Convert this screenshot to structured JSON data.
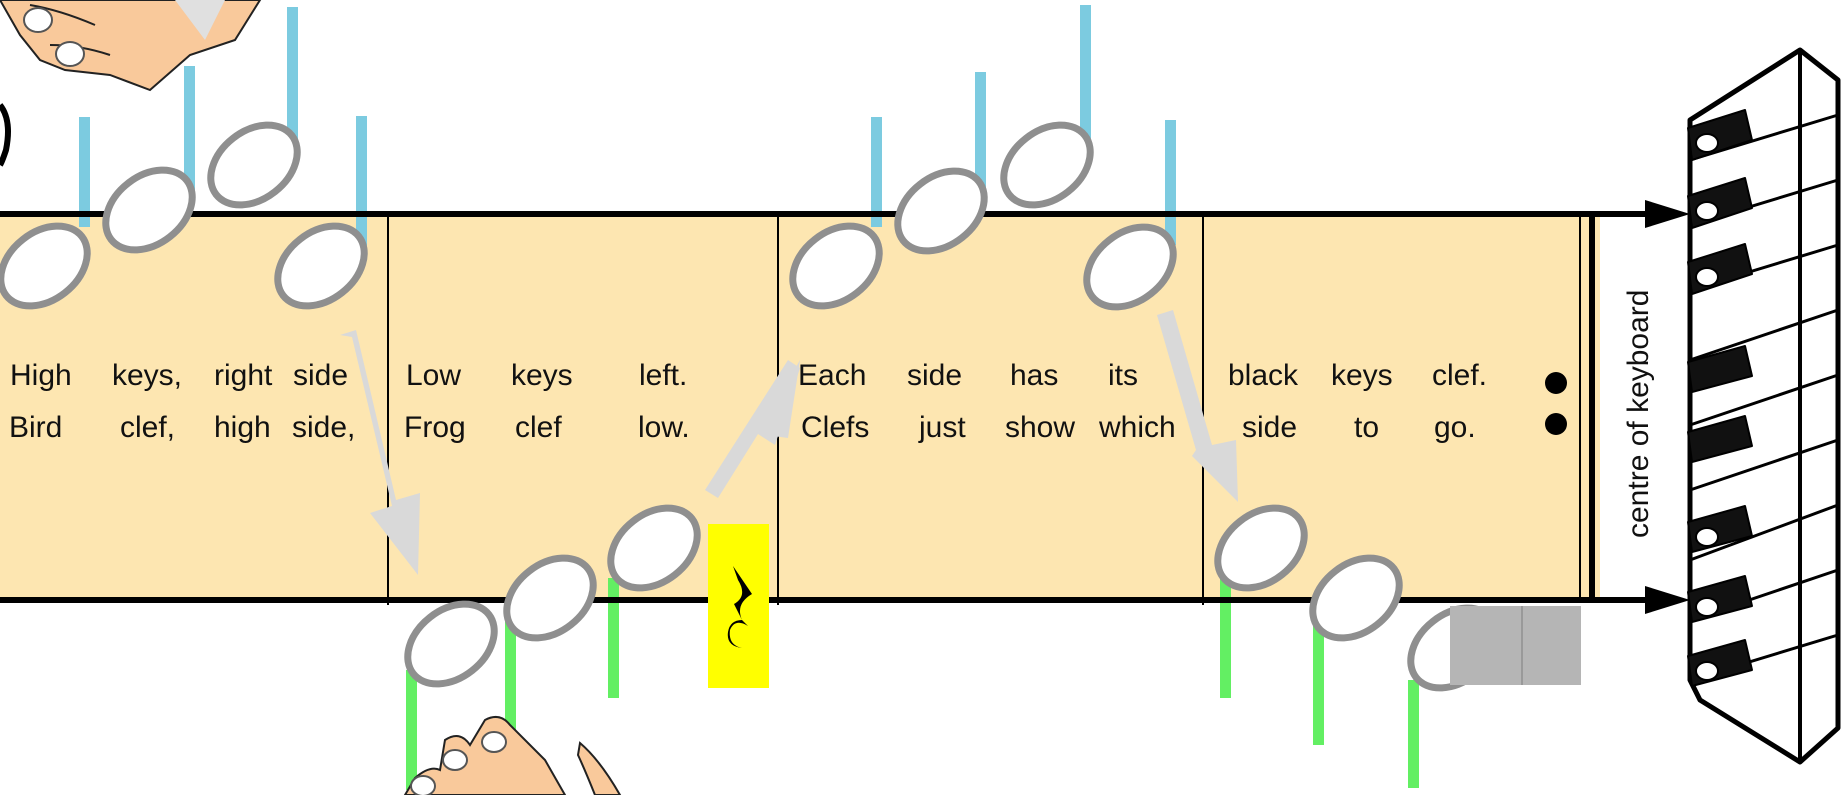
{
  "colors": {
    "staff_fill": "#fde6b1",
    "upper_stem": "#7ccbe0",
    "lower_stem": "#63ef63",
    "note_outline": "#8f8f8f",
    "arrow": "#d9d9d9",
    "rest_box": "#ffff00",
    "skin": "#f9c99b"
  },
  "icons": {
    "rest": "quarter-rest-icon",
    "repeat": "repeat-dots-icon",
    "keyboard": "piano-keyboard-icon",
    "hands": "hand-icon"
  },
  "lyrics": {
    "line1": [
      "High",
      "keys,",
      "right",
      "side",
      "Low",
      "keys",
      "left.",
      "Each",
      "side",
      "has",
      "its",
      "black",
      "keys",
      "clef."
    ],
    "line2": [
      "Bird",
      "clef,",
      "high",
      "side,",
      "Frog",
      "clef",
      "low.",
      "Clefs",
      "just",
      "show",
      "which",
      "side",
      "to",
      "go."
    ]
  },
  "keyboard_label": "centre of keyboard"
}
